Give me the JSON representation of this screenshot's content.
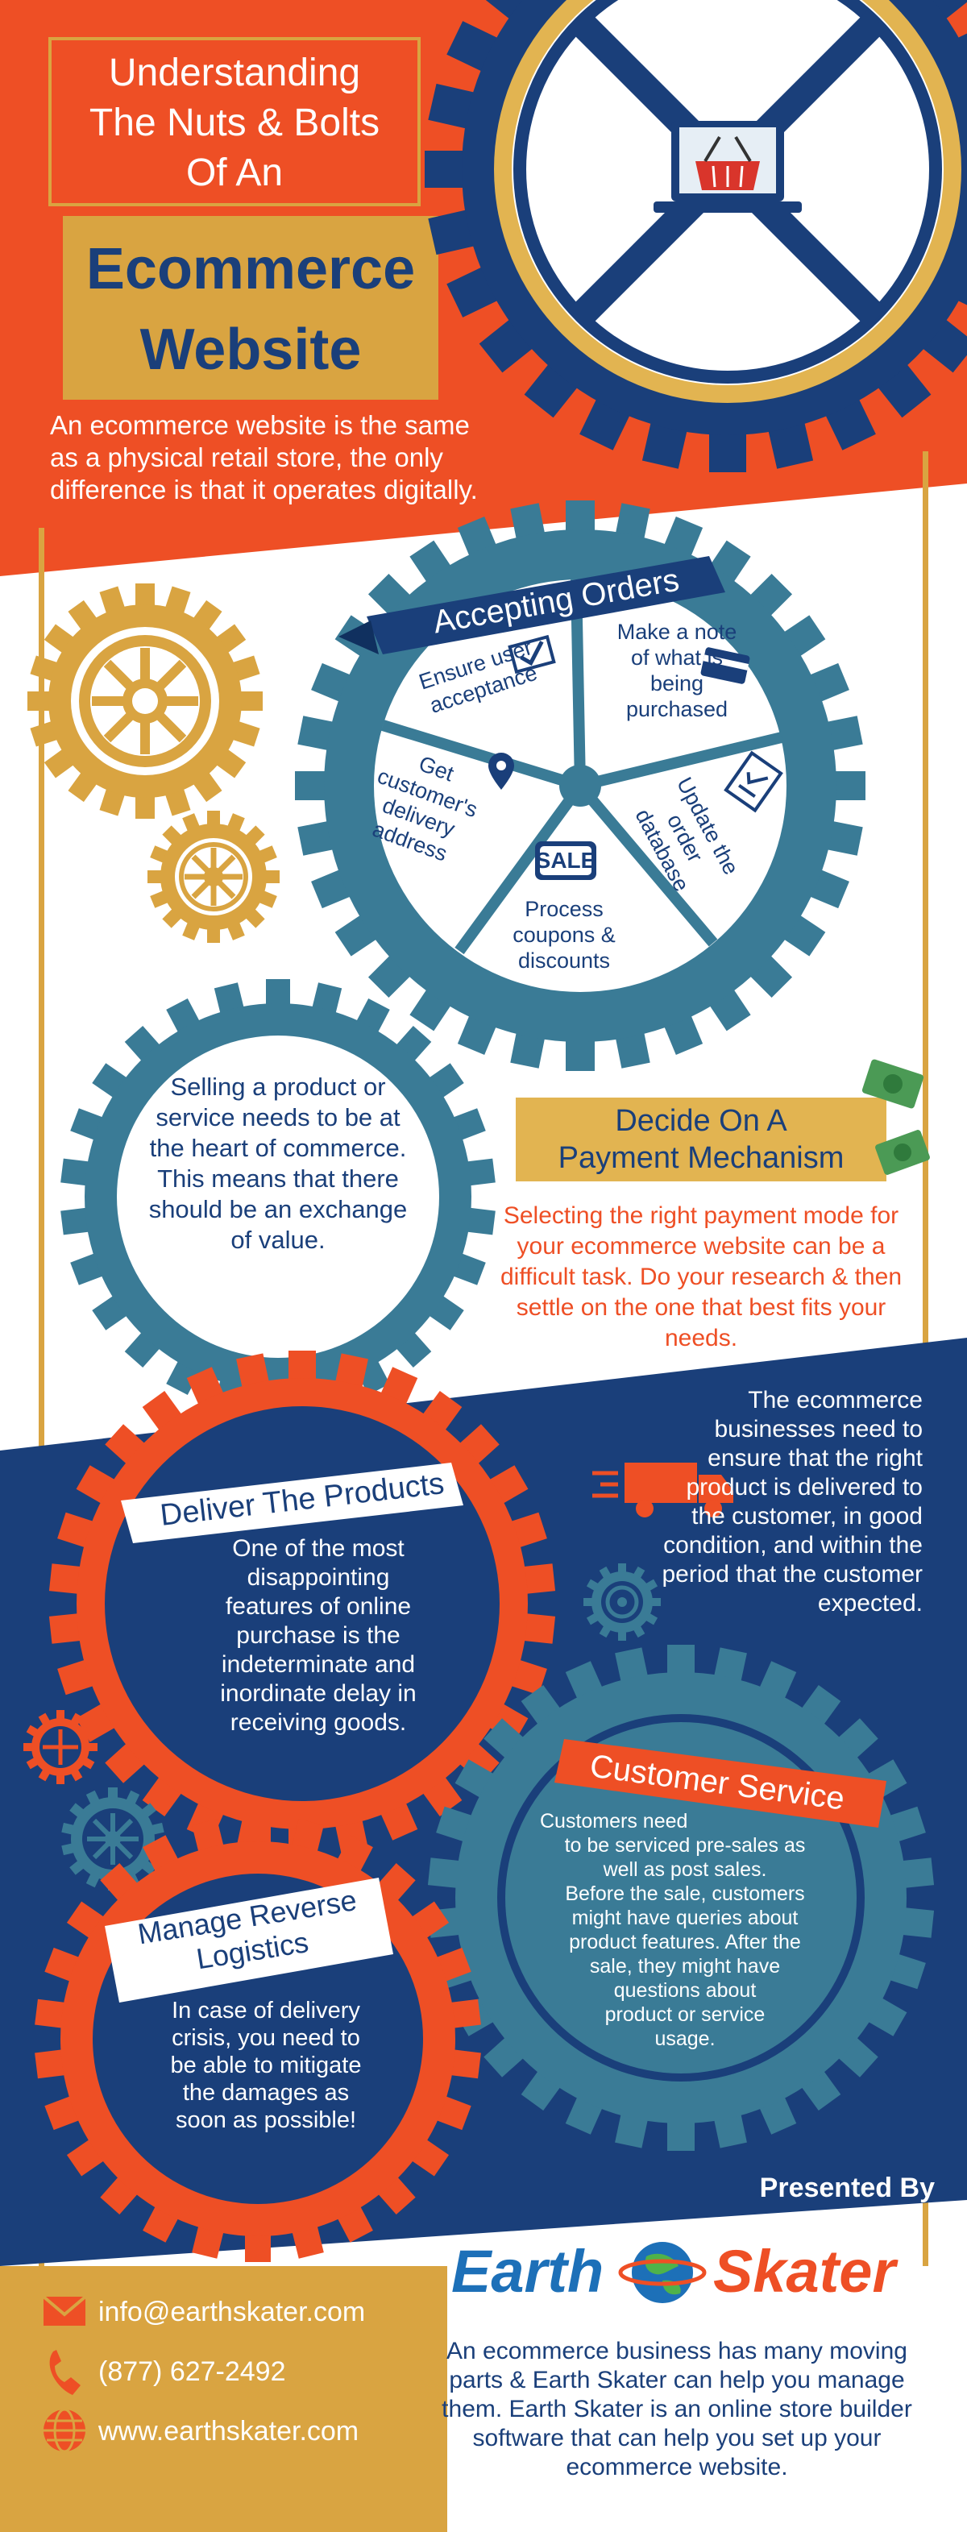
{
  "header": {
    "title_lines": [
      "Understanding",
      "The Nuts & Bolts",
      "Of An"
    ],
    "subtitle_lines": [
      "Ecommerce",
      "Website"
    ],
    "intro": "An ecommerce website is the same as a physical retail store, the only difference is that it operates digitally."
  },
  "accepting_orders": {
    "title": "Accepting Orders",
    "slices": [
      {
        "label": "Ensure user acceptance",
        "icon": "checkmark-envelope-icon"
      },
      {
        "label": "Make a note of what is being purchased",
        "icon": "credit-card-icon"
      },
      {
        "label": "Update the order database",
        "icon": "checklist-icon"
      },
      {
        "label": "Process coupons & discounts",
        "icon": "sale-tag-icon",
        "tag": "SALE"
      },
      {
        "label": "Get customer's delivery address",
        "icon": "location-pin-icon"
      }
    ]
  },
  "selling": {
    "text": "Selling a product or service needs to be at the heart of commerce. This means that there should be an exchange of value."
  },
  "payment": {
    "title_lines": [
      "Decide On A",
      "Payment Mechanism"
    ],
    "text": "Selecting the right payment mode for your ecommerce website can be a difficult task. Do your research & then settle on the one that best fits your needs."
  },
  "deliver": {
    "title": "Deliver The Products",
    "text": "One of the most disappointing features of online purchase is the indeterminate and inordinate delay in receiving goods.",
    "side_text": "The ecommerce businesses need to ensure that the right product is delivered to the customer, in good condition, and within the period that the customer expected."
  },
  "customer_service": {
    "title": "Customer Service",
    "text_lines": [
      "Customers need",
      "to be serviced pre-sales as",
      "well as post sales.",
      "Before the sale, customers",
      "might have queries about",
      "product features. After the",
      "sale, they might have",
      "questions about",
      "product or service",
      "usage."
    ]
  },
  "reverse_logistics": {
    "title_lines": [
      "Manage Reverse",
      "Logistics"
    ],
    "text": "In case of delivery crisis, you need to be able to mitigate the damages as soon as possible!"
  },
  "footer": {
    "presented_by": "Presented By",
    "brand_left": "Earth",
    "brand_right": "Skater",
    "email": "info@earthskater.com",
    "phone": "(877) 627-2492",
    "website": "www.earthskater.com",
    "about": "An ecommerce business has many moving parts & Earth Skater can help you manage them. Earth Skater is an online store builder software that can help you set up your ecommerce website."
  },
  "colors": {
    "orange_red": "#ee4f25",
    "navy": "#1a3f7a",
    "teal": "#3a7b96",
    "gold": "#d9a441",
    "light_gold": "#e2b451"
  }
}
